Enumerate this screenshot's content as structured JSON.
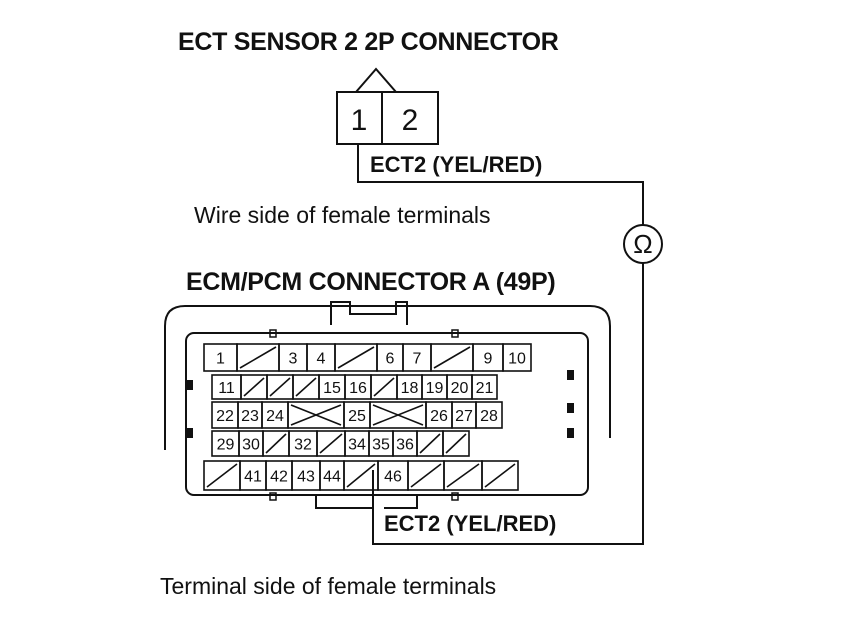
{
  "titles": {
    "sensor_connector": "ECT SENSOR 2 2P CONNECTOR",
    "ecm_connector": "ECM/PCM CONNECTOR A (49P)"
  },
  "captions": {
    "wire_side": "Wire side of female terminals",
    "terminal_side": "Terminal side of female terminals"
  },
  "wire_labels": {
    "top": "ECT2 (YEL/RED)",
    "bottom": "ECT2 (YEL/RED)"
  },
  "meter_symbol": "Ω",
  "sensor_terminals": [
    "1",
    "2"
  ],
  "ecm_rows": [
    [
      "1",
      "/",
      "3",
      "4",
      "/",
      "6",
      "7",
      "/",
      "9",
      "10"
    ],
    [
      "11",
      "/",
      "/",
      "/",
      "15",
      "16",
      "/",
      "18",
      "19",
      "20",
      "21"
    ],
    [
      "22",
      "23",
      "24",
      "X",
      "25",
      "X",
      "26",
      "27",
      "28"
    ],
    [
      "29",
      "30",
      "/",
      "32",
      "/",
      "34",
      "35",
      "36",
      "/",
      "/"
    ],
    [
      "/",
      "41",
      "42",
      "43",
      "44",
      "/",
      "46",
      "/",
      "/",
      "/"
    ]
  ]
}
